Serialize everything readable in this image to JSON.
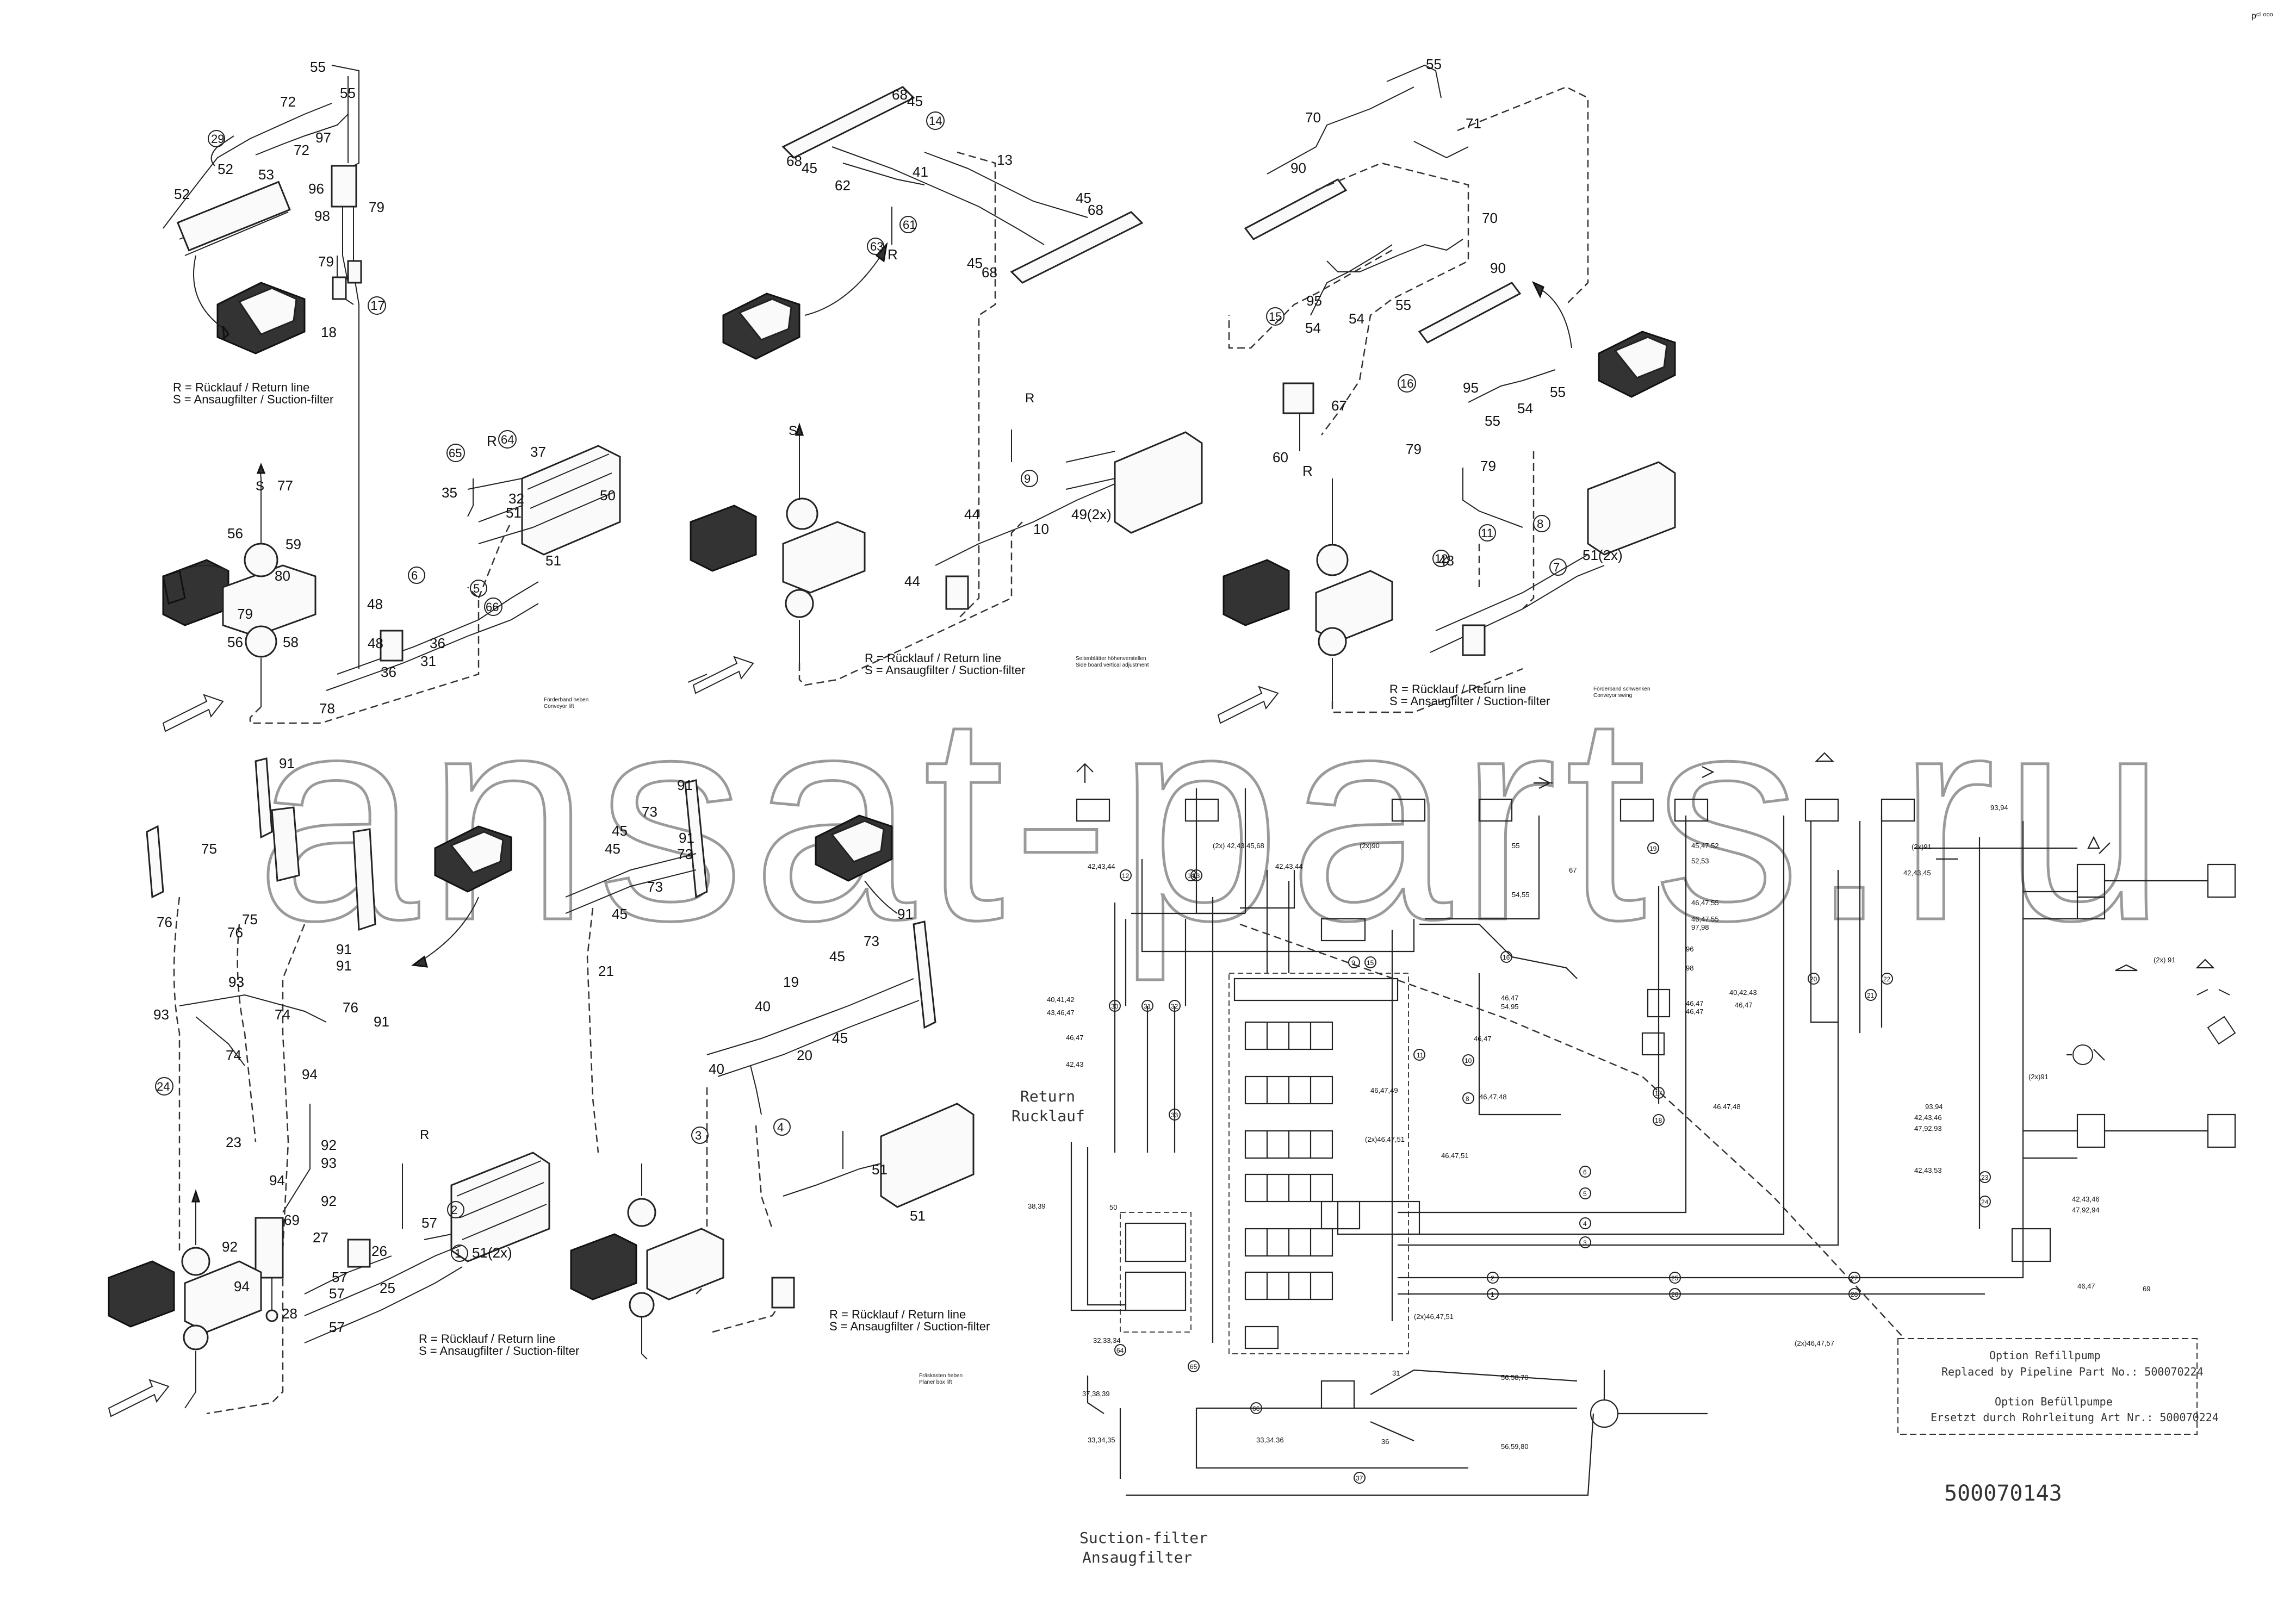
{
  "drawing": {
    "number": "500070143",
    "watermark": "ansat-parts.ru",
    "corner_mark": "pᶜˡ ᵒᵒᵒ"
  },
  "legends": {
    "line1": "R = Rücklauf / Return line",
    "line2": "S = Ansaugfilter / Suction-filter"
  },
  "captions": {
    "conveyor_lift": [
      "Förderband heben",
      "Conveyor lift"
    ],
    "side_adjust": [
      "Seitenblätter höhenverstellen",
      "Side board vertical adjustment"
    ],
    "conveyor_swing": [
      "Förderband schwenken",
      "Conveyor swing"
    ],
    "planer_lift": [
      "Fräskasten heben",
      "Planer box lift"
    ]
  },
  "schematic": {
    "return_en": "Return",
    "return_de": "Rucklauf",
    "suction_en": "Suction-filter",
    "suction_de": "Ansaugfilter",
    "option_box": [
      "Option Refillpump",
      "Replaced by Pipeline Part No.: 500070224",
      "Option Befüllpumpe",
      "Ersetzt durch Rohrleitung Art Nr.: 500070224"
    ]
  },
  "callouts": {
    "p1": [
      "55",
      "72",
      "55",
      "97",
      "72",
      "53",
      "52",
      "52",
      "29",
      "96",
      "98",
      "79",
      "79",
      "18",
      "17"
    ],
    "p2": [
      "68",
      "45",
      "14",
      "68",
      "45",
      "62",
      "41",
      "61",
      "63",
      "R",
      "13",
      "45",
      "68",
      "45",
      "68"
    ],
    "p3": [
      "55",
      "70",
      "71",
      "90",
      "70",
      "95",
      "55",
      "54",
      "54",
      "15",
      "90",
      "55",
      "16",
      "95",
      "54",
      "55",
      "67",
      "60",
      "R",
      "79",
      "79"
    ],
    "p4": [
      "S",
      "77",
      "56",
      "59",
      "80",
      "79",
      "58",
      "56",
      "48",
      "65",
      "35",
      "R",
      "64",
      "37",
      "32",
      "51",
      "50",
      "51",
      "6",
      "5",
      "66",
      "48",
      "36",
      "36",
      "31",
      "78"
    ],
    "p5": [
      "S",
      "R",
      "9",
      "44",
      "10",
      "49(2x)",
      "44"
    ],
    "p6": [
      "11",
      "12",
      "48",
      "8",
      "51(2x)",
      "7"
    ],
    "p7": [
      "91",
      "75",
      "76",
      "75",
      "91",
      "74",
      "93",
      "76",
      "93",
      "91",
      "91",
      "76",
      "93",
      "94",
      "74",
      "92",
      "93",
      "24",
      "23",
      "94",
      "92",
      "92",
      "69",
      "27",
      "94",
      "28",
      "57",
      "57",
      "57",
      "26",
      "25",
      "2",
      "57",
      "1",
      "51(2x)",
      "R"
    ],
    "p8": [
      "91",
      "73",
      "45",
      "45",
      "73",
      "91",
      "73",
      "21",
      "45",
      "91",
      "19",
      "45",
      "73",
      "40",
      "20",
      "40",
      "45",
      "3",
      "4",
      "51",
      "51"
    ]
  },
  "schematic_labels": [
    "(2x) 42,43,45,68",
    "42,43,44",
    "42,43,44",
    "(2x)90",
    "55",
    "54,55",
    "67",
    "(2x)91",
    "45,47,52",
    "52,53",
    "46,47,55",
    "46,47,55",
    "97,98",
    "96",
    "98",
    "46,47",
    "46,47",
    "40,42,43",
    "46,47",
    "42,43,45",
    "93,94",
    "(2x) 91",
    "40,41,42",
    "43,46,47",
    "46,47",
    "42,43",
    "46,47,49",
    "46,47,48",
    "46,47",
    "46,47",
    "54,95",
    "(2x)46,47,51",
    "46,47,51",
    "46,47,48",
    "50",
    "38,39",
    "32,33,34",
    "37,38,39",
    "(2x)46,47,51",
    "(2x)46,47,57",
    "33,34,35",
    "33,34,36",
    "31",
    "36",
    "56,58,70",
    "56,59,80",
    "93,94",
    "(2x)91",
    "42,43,46",
    "47,92,93",
    "42,43,53",
    "42,43,46",
    "47,92,94",
    "46,47",
    "69"
  ],
  "line_numbers": [
    "30",
    "31",
    "32",
    "33",
    "12",
    "11",
    "10",
    "14",
    "15",
    "16",
    "9",
    "8",
    "17",
    "18",
    "19",
    "20",
    "21",
    "22",
    "13",
    "6",
    "5",
    "4",
    "3",
    "2",
    "1",
    "25",
    "26",
    "27",
    "28",
    "24",
    "23",
    "66",
    "64",
    "65",
    "37"
  ]
}
